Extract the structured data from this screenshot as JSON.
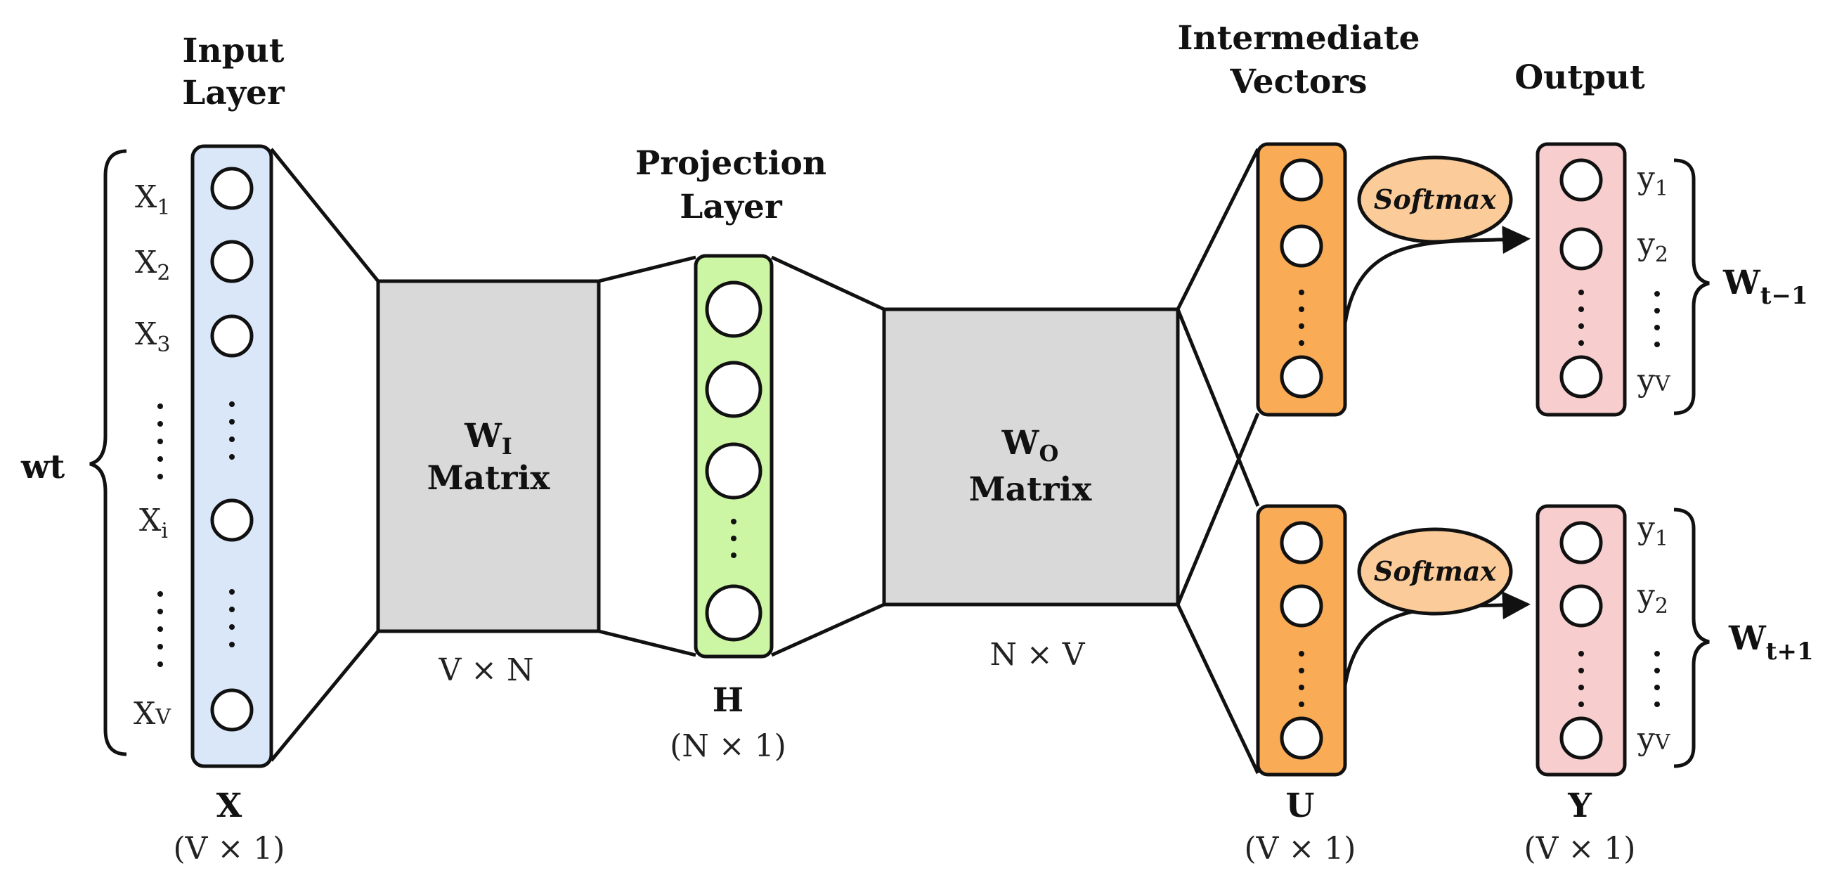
{
  "headers": {
    "input_1": "Input",
    "input_2": "Layer",
    "projection_1": "Projection",
    "projection_2": "Layer",
    "intermediate_1": "Intermediate",
    "intermediate_2": "Vectors",
    "output": "Output"
  },
  "input_labels": {
    "x1": "X",
    "x1_sub": "1",
    "x2": "X",
    "x2_sub": "2",
    "x3": "X",
    "x3_sub": "3",
    "xi": "X",
    "xi_sub": "i",
    "xv": "X",
    "xv_sub": "V"
  },
  "input_word": {
    "main": "w",
    "sub": "t"
  },
  "matrices": {
    "wi_main": "W",
    "wi_sub": "I",
    "wi_text": "Matrix",
    "wi_dim": "V × N",
    "wo_main": "W",
    "wo_sub": "O",
    "wo_text": "Matrix",
    "wo_dim": "N × V"
  },
  "vectors": {
    "x_name": "X",
    "x_dim": "(V × 1)",
    "h_name": "H",
    "h_dim": "(N × 1)",
    "u_name": "U",
    "u_dim": "(V × 1)",
    "y_name": "Y",
    "y_dim": "(V × 1)"
  },
  "softmax_top": "Softmax",
  "softmax_bottom": "Softmax",
  "output_top_labels": {
    "y1": "y",
    "y1_sub": "1",
    "y2": "y",
    "y2_sub": "2",
    "yv": "y",
    "yv_sub": "V"
  },
  "output_bottom_labels": {
    "y1": "y",
    "y1_sub": "1",
    "y2": "y",
    "y2_sub": "2",
    "yv": "y",
    "yv_sub": "V"
  },
  "context_words": {
    "top_main": "W",
    "top_sub": "t−1",
    "bottom_main": "W",
    "bottom_sub": "t+1"
  },
  "colors": {
    "input_fill": "#dae7f8",
    "input_active": "#6f9fd8",
    "projection_fill": "#ccf5a4",
    "matrix_fill": "#d9d9d9",
    "intermediate_fill": "#f9ab55",
    "softmax_fill": "#fbcc9a",
    "output_fill": "#f7cdcd",
    "output_active": "#e8625e"
  }
}
